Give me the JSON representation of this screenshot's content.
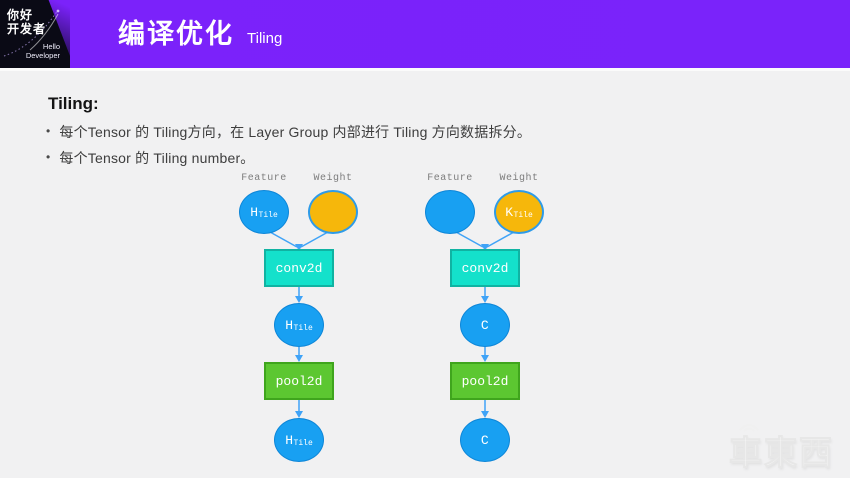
{
  "header": {
    "logo": {
      "line1": "你好",
      "line2": "开发者",
      "en1": "Hello",
      "en2": "Developer"
    },
    "title": "编译优化",
    "subtitle": "Tiling"
  },
  "content": {
    "heading": "Tiling:",
    "bullets": [
      "每个Tensor 的 Tiling方向，在 Layer Group 内部进行 Tiling 方向数据拆分。",
      "每个Tensor 的 Tiling number。"
    ]
  },
  "diagram": {
    "left": {
      "feature_label": "Feature",
      "weight_label": "Weight",
      "feature_node": {
        "main": "H",
        "sub": "Tile"
      },
      "weight_node": {
        "main": "",
        "sub": ""
      },
      "conv_label": "conv2d",
      "mid_node": {
        "main": "H",
        "sub": "Tile"
      },
      "pool_label": "pool2d",
      "bottom_node": {
        "main": "H",
        "sub": "Tile"
      }
    },
    "right": {
      "feature_label": "Feature",
      "weight_label": "Weight",
      "feature_node": {
        "main": "",
        "sub": ""
      },
      "weight_node": {
        "main": "K",
        "sub": "Tile"
      },
      "conv_label": "conv2d",
      "mid_node": {
        "main": "C",
        "sub": ""
      },
      "pool_label": "pool2d",
      "bottom_node": {
        "main": "C",
        "sub": ""
      }
    }
  },
  "watermark": "車東西",
  "colors": {
    "header_purple": "#7b22fa",
    "node_blue": "#18a0f2",
    "node_orange": "#f6b70b",
    "conv_cyan": "#14e1cb",
    "pool_green": "#5cc731",
    "connector_blue": "#3fa3f7",
    "background": "#f1f1f2"
  }
}
